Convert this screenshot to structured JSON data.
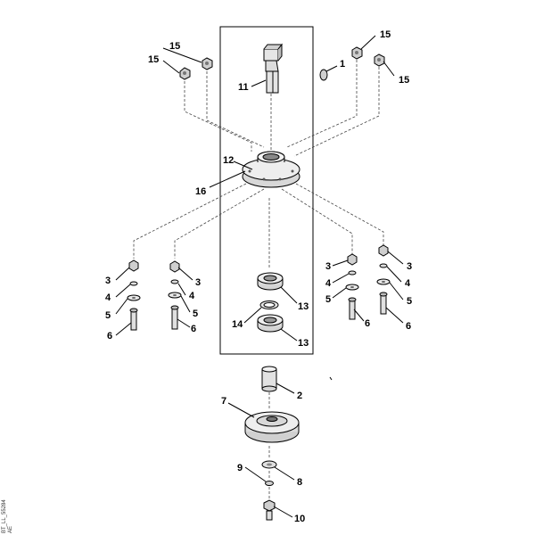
{
  "figure": {
    "side_code_line1": "BT_LL_55284",
    "side_code_line2": "AE"
  },
  "callouts": {
    "p1": "1",
    "p2": "2",
    "p3": "3",
    "p4": "4",
    "p5": "5",
    "p6": "6",
    "p7": "7",
    "p8": "8",
    "p9": "9",
    "p10": "10",
    "p11": "11",
    "p12": "12",
    "p13": "13",
    "p14": "14",
    "p15": "15",
    "p16": "16"
  }
}
